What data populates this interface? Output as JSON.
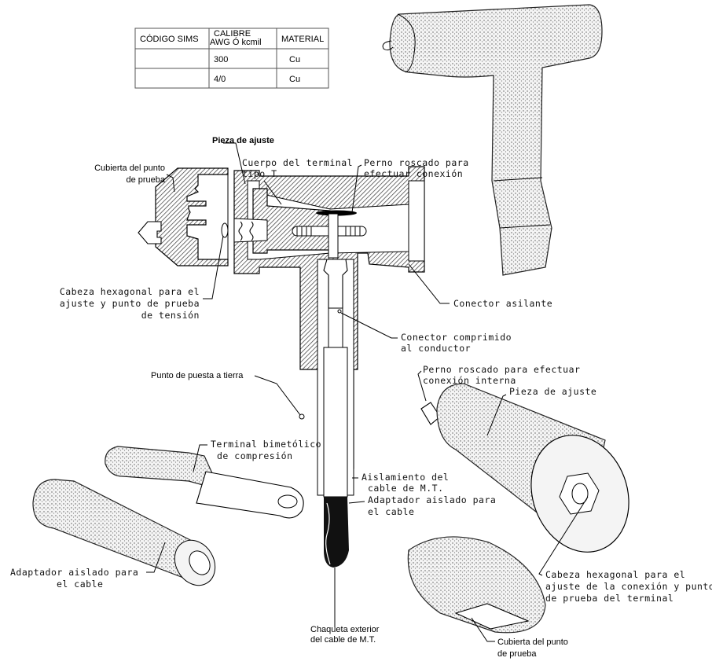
{
  "table": {
    "headers": [
      "CÓDIGO SIMS",
      "CALIBRE",
      "AWG Ó kcmil",
      "MATERIAL"
    ],
    "rows": [
      {
        "codigo": "",
        "calibre": "300",
        "material": "Cu"
      },
      {
        "codigo": "",
        "calibre": "4/0",
        "material": "Cu"
      }
    ]
  },
  "labels": {
    "pieza_ajuste_top": "Pieza de ajuste",
    "cuerpo": [
      "Cuerpo del terminal",
      "tipo T"
    ],
    "perno": [
      "Perno roscado para",
      "efectuar conexión"
    ],
    "cubierta_top": [
      "Cubierta del punto",
      "de prueba"
    ],
    "cabeza_tension": [
      "Cabeza hexagonal para el",
      "ajuste y punto de prueba",
      "de tensión"
    ],
    "conector_asilante": "Conector asilante",
    "conector_comprimido": [
      "Conector comprimido",
      "al conductor"
    ],
    "puesta_tierra": "Punto de puesta a tierra",
    "perno_interna": [
      "Perno roscado para efectuar",
      "conexión interna"
    ],
    "pieza_ajuste_right": "Pieza de ajuste",
    "terminal_bimetalico": [
      "Terminal bimetólico",
      "de compresión"
    ],
    "aislamiento": [
      "Aislamiento del",
      "cable de M.T."
    ],
    "adaptador_center": [
      "Adaptador aislado para",
      "el cable"
    ],
    "adaptador_left": [
      "Adaptador aislado para",
      "el cable"
    ],
    "cabeza_terminal": [
      "Cabeza hexagonal para el",
      "ajuste de la conexión y punto",
      "de prueba del terminal"
    ],
    "chaqueta": [
      "Chaqueta exterior",
      "del cable de M.T."
    ],
    "cubierta_bottom": [
      "Cubierta del punto",
      "de prueba"
    ]
  }
}
